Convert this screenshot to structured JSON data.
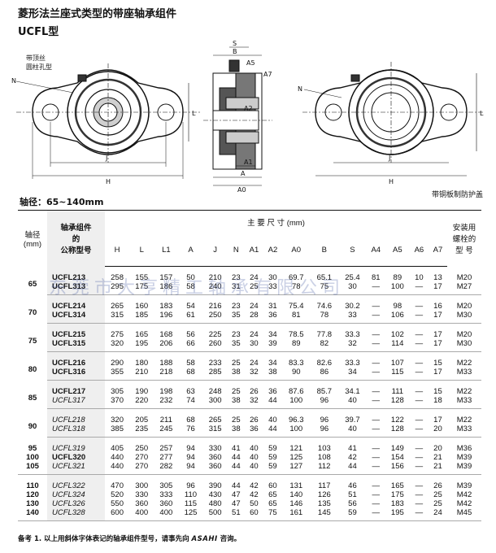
{
  "title": "菱形法兰座式类型的带座轴承组件",
  "subtitle": "UCFL型",
  "drawing_labels": {
    "left_top_label": "带顶丝",
    "left_top_label2": "圆柱孔型",
    "N": "N",
    "S": "S",
    "B": "B",
    "A5": "A5",
    "A7": "A7",
    "A2": "A2",
    "A1": "A1",
    "A": "A",
    "A0": "A0",
    "L": "L",
    "J": "J",
    "H": "H",
    "right_bottom_label": "带铜板制防护盖"
  },
  "shaft_range": "轴径：65~140mm",
  "table": {
    "col_shaft": "轴径",
    "col_shaft_unit": "(mm)",
    "col_model_line1": "轴承组件",
    "col_model_line2": "的",
    "col_model_line3": "公称型号",
    "col_dims_title": "主 要 尺 寸 (mm)",
    "col_code_line1": "安装用",
    "col_code_line2": "螺栓的",
    "col_code_line3": "型 号",
    "dim_headers": [
      "H",
      "L",
      "L1",
      "A",
      "J",
      "N",
      "A1",
      "A2",
      "A0",
      "B",
      "S",
      "A4",
      "A5",
      "A6",
      "A7"
    ],
    "groups": [
      {
        "shafts": [
          "65"
        ],
        "rows": [
          {
            "model": "UCFL213",
            "italic": false,
            "values": [
              "258",
              "155",
              "157",
              "50",
              "210",
              "23",
              "24",
              "30",
              "69.7",
              "65.1",
              "25.4",
              "81",
              "89",
              "10",
              "13"
            ],
            "code": "M20"
          },
          {
            "model": "UCFL313",
            "italic": false,
            "values": [
              "295",
              "175",
              "186",
              "58",
              "240",
              "31",
              "25",
              "33",
              "78",
              "75",
              "30",
              "—",
              "100",
              "—",
              "17"
            ],
            "code": "M27"
          }
        ]
      },
      {
        "shafts": [
          "70"
        ],
        "rows": [
          {
            "model": "UCFL214",
            "italic": false,
            "values": [
              "265",
              "160",
              "183",
              "54",
              "216",
              "23",
              "24",
              "31",
              "75.4",
              "74.6",
              "30.2",
              "—",
              "98",
              "—",
              "16"
            ],
            "code": "M20"
          },
          {
            "model": "UCFL314",
            "italic": false,
            "values": [
              "315",
              "185",
              "196",
              "61",
              "250",
              "35",
              "28",
              "36",
              "81",
              "78",
              "33",
              "—",
              "106",
              "—",
              "17"
            ],
            "code": "M30"
          }
        ]
      },
      {
        "shafts": [
          "75"
        ],
        "rows": [
          {
            "model": "UCFL215",
            "italic": false,
            "values": [
              "275",
              "165",
              "168",
              "56",
              "225",
              "23",
              "24",
              "34",
              "78.5",
              "77.8",
              "33.3",
              "—",
              "102",
              "—",
              "17"
            ],
            "code": "M20"
          },
          {
            "model": "UCFL315",
            "italic": false,
            "values": [
              "320",
              "195",
              "206",
              "66",
              "260",
              "35",
              "30",
              "39",
              "89",
              "82",
              "32",
              "—",
              "114",
              "—",
              "17"
            ],
            "code": "M30"
          }
        ]
      },
      {
        "shafts": [
          "80"
        ],
        "rows": [
          {
            "model": "UCFL216",
            "italic": false,
            "values": [
              "290",
              "180",
              "188",
              "58",
              "233",
              "25",
              "24",
              "34",
              "83.3",
              "82.6",
              "33.3",
              "—",
              "107",
              "—",
              "15"
            ],
            "code": "M22"
          },
          {
            "model": "UCFL316",
            "italic": false,
            "values": [
              "355",
              "210",
              "218",
              "68",
              "285",
              "38",
              "32",
              "38",
              "90",
              "86",
              "34",
              "—",
              "115",
              "—",
              "17"
            ],
            "code": "M33"
          }
        ]
      },
      {
        "shafts": [
          "85"
        ],
        "rows": [
          {
            "model": "UCFL217",
            "italic": false,
            "values": [
              "305",
              "190",
              "198",
              "63",
              "248",
              "25",
              "26",
              "36",
              "87.6",
              "85.7",
              "34.1",
              "—",
              "111",
              "—",
              "15"
            ],
            "code": "M22"
          },
          {
            "model": "UCFL317",
            "italic": true,
            "values": [
              "370",
              "220",
              "232",
              "74",
              "300",
              "38",
              "32",
              "44",
              "100",
              "96",
              "40",
              "—",
              "128",
              "—",
              "18"
            ],
            "code": "M33"
          }
        ]
      },
      {
        "shafts": [
          "90"
        ],
        "rows": [
          {
            "model": "UCFL218",
            "italic": true,
            "values": [
              "320",
              "205",
              "211",
              "68",
              "265",
              "25",
              "26",
              "40",
              "96.3",
              "96",
              "39.7",
              "—",
              "122",
              "—",
              "17"
            ],
            "code": "M22"
          },
          {
            "model": "UCFL318",
            "italic": true,
            "values": [
              "385",
              "235",
              "245",
              "76",
              "315",
              "38",
              "36",
              "44",
              "100",
              "96",
              "40",
              "—",
              "128",
              "—",
              "20"
            ],
            "code": "M33"
          }
        ]
      },
      {
        "shafts": [
          "95",
          "100",
          "105"
        ],
        "rows": [
          {
            "model": "UCFL319",
            "italic": true,
            "values": [
              "405",
              "250",
              "257",
              "94",
              "330",
              "41",
              "40",
              "59",
              "121",
              "103",
              "41",
              "—",
              "149",
              "—",
              "20"
            ],
            "code": "M36"
          },
          {
            "model": "UCFL320",
            "italic": false,
            "values": [
              "440",
              "270",
              "277",
              "94",
              "360",
              "44",
              "40",
              "59",
              "125",
              "108",
              "42",
              "—",
              "154",
              "—",
              "21"
            ],
            "code": "M39"
          },
          {
            "model": "UCFL321",
            "italic": true,
            "values": [
              "440",
              "270",
              "282",
              "94",
              "360",
              "44",
              "40",
              "59",
              "127",
              "112",
              "44",
              "—",
              "156",
              "—",
              "21"
            ],
            "code": "M39"
          }
        ]
      },
      {
        "shafts": [
          "110",
          "120",
          "130",
          "140"
        ],
        "rows": [
          {
            "model": "UCFL322",
            "italic": true,
            "values": [
              "470",
              "300",
              "305",
              "96",
              "390",
              "44",
              "42",
              "60",
              "131",
              "117",
              "46",
              "—",
              "165",
              "—",
              "26"
            ],
            "code": "M39"
          },
          {
            "model": "UCFL324",
            "italic": true,
            "values": [
              "520",
              "330",
              "333",
              "110",
              "430",
              "47",
              "42",
              "65",
              "140",
              "126",
              "51",
              "—",
              "175",
              "—",
              "25"
            ],
            "code": "M42"
          },
          {
            "model": "UCFL326",
            "italic": true,
            "values": [
              "550",
              "360",
              "360",
              "115",
              "480",
              "47",
              "50",
              "65",
              "146",
              "135",
              "56",
              "—",
              "183",
              "—",
              "25"
            ],
            "code": "M42"
          },
          {
            "model": "UCFL328",
            "italic": true,
            "values": [
              "600",
              "400",
              "400",
              "125",
              "500",
              "51",
              "60",
              "75",
              "161",
              "145",
              "59",
              "—",
              "195",
              "—",
              "24"
            ],
            "code": "M45"
          }
        ]
      }
    ]
  },
  "watermark": "东莞市大亨精工轴承有限公司",
  "note_prefix": "备考  1. 以上用斜体字体表记的轴承组件型号，请事先向",
  "note_brand": "ASAHI",
  "note_suffix": "咨询。"
}
